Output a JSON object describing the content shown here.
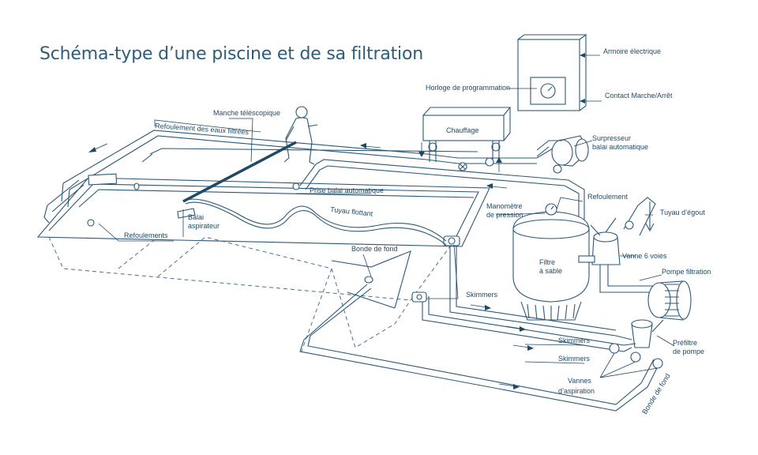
{
  "title": "Schéma-type d’une piscine et de sa filtration",
  "labels": {
    "armoire": "Armoire électrique",
    "horloge": "Horloge de programmation",
    "contact": "Contact Marche/Arrêt",
    "manche": "Manche téléscopique",
    "refoulement_eaux": "Refoulement des eaux filtrées",
    "chauffage": "Chauffage",
    "surpresseur_1": "Surpresseur",
    "surpresseur_2": "balai automatique",
    "prise_balai": "Prise balai automatique",
    "refoulement_right": "Refoulement",
    "tuyau_egout": "Tuyau d’égout",
    "manometre_1": "Manomètre",
    "manometre_2": "de pression",
    "tuyau_flottant": "Tuyau flottant",
    "balai_1": "Balai",
    "balai_2": "aspirateur",
    "refoulements": "Refoulements",
    "bonde_de_fond": "Bonde de fond",
    "filtre_1": "Filtre",
    "filtre_2": "à sable",
    "vanne6": "Vanne 6 voies",
    "pompe": "Pompe filtration",
    "skimmers_center": "Skimmers",
    "skimmers_1": "Skimmers",
    "skimmers_2": "Skimmers",
    "prefiltre_1": "Préfiltre",
    "prefiltre_2": "de pompe",
    "vannes_1": "Vannes",
    "vannes_2": "d’aspiration",
    "bonde_fond_pipe": "Bonde de fond"
  }
}
